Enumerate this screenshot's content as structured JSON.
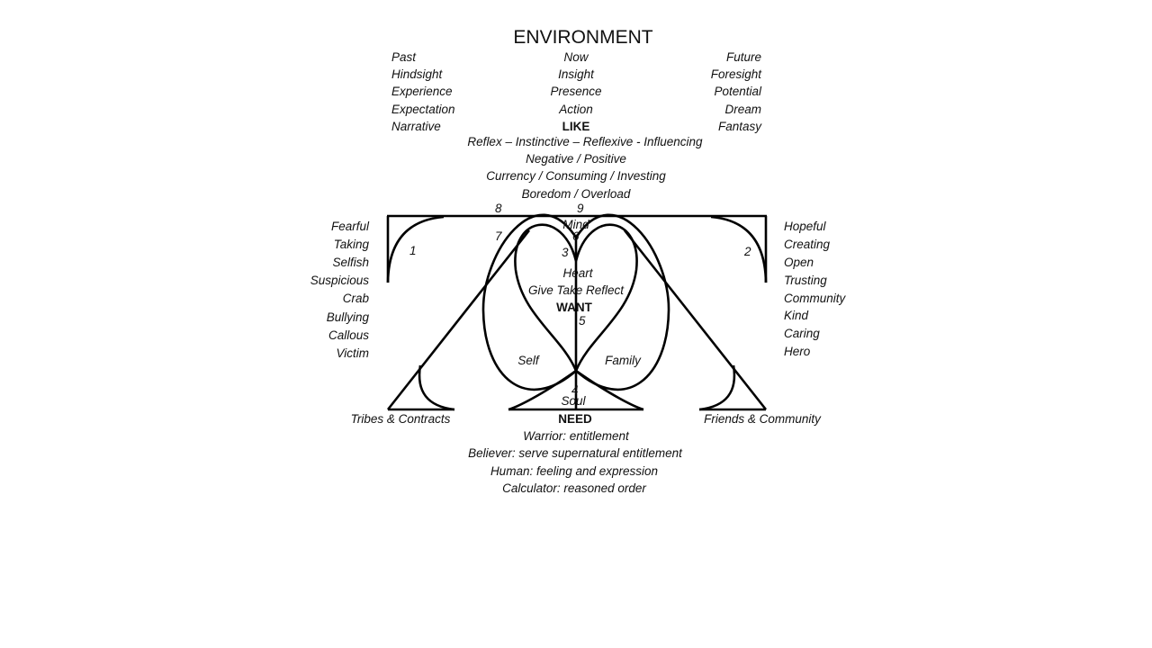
{
  "title": "ENVIRONMENT",
  "time_columns": {
    "past": [
      "Past",
      "Hindsight",
      "Experience",
      "Expectation",
      "Narrative"
    ],
    "now": [
      "Now",
      "Insight",
      "Presence",
      "Action",
      "LIKE"
    ],
    "future": [
      "Future",
      "Foresight",
      "Potential",
      "Dream",
      "Fantasy"
    ]
  },
  "like_lines": [
    "Reflex – Instinctive – Reflexive - Influencing",
    "Negative / Positive",
    "Currency / Consuming / Investing",
    "Boredom / Overload"
  ],
  "numbers": {
    "n1": "1",
    "n2": "2",
    "n3": "3",
    "n4": "4",
    "n5": "5",
    "n6": "6",
    "n7": "7",
    "n8": "8",
    "n9": "9"
  },
  "left_traits": [
    "Fearful",
    "Taking",
    "Selfish",
    "Suspicious",
    "Crab",
    "Bullying",
    "Callous",
    "Victim"
  ],
  "right_traits": [
    "Hopeful",
    "Creating",
    "Open",
    "Trusting",
    "Community",
    "Kind",
    "Caring",
    "Hero"
  ],
  "center": {
    "mind": "Mind",
    "heart": "Heart",
    "give_take_reflect": "Give Take Reflect",
    "want": "WANT",
    "self": "Self",
    "family": "Family",
    "soul": "Soul",
    "need": "NEED"
  },
  "bottom_left_label": "Tribes & Contracts",
  "bottom_right_label": "Friends & Community",
  "need_lines": [
    "Warrior:  entitlement",
    "Believer: serve supernatural entitlement",
    "Human: feeling and expression",
    "Calculator: reasoned order"
  ],
  "line_color": "#000000"
}
